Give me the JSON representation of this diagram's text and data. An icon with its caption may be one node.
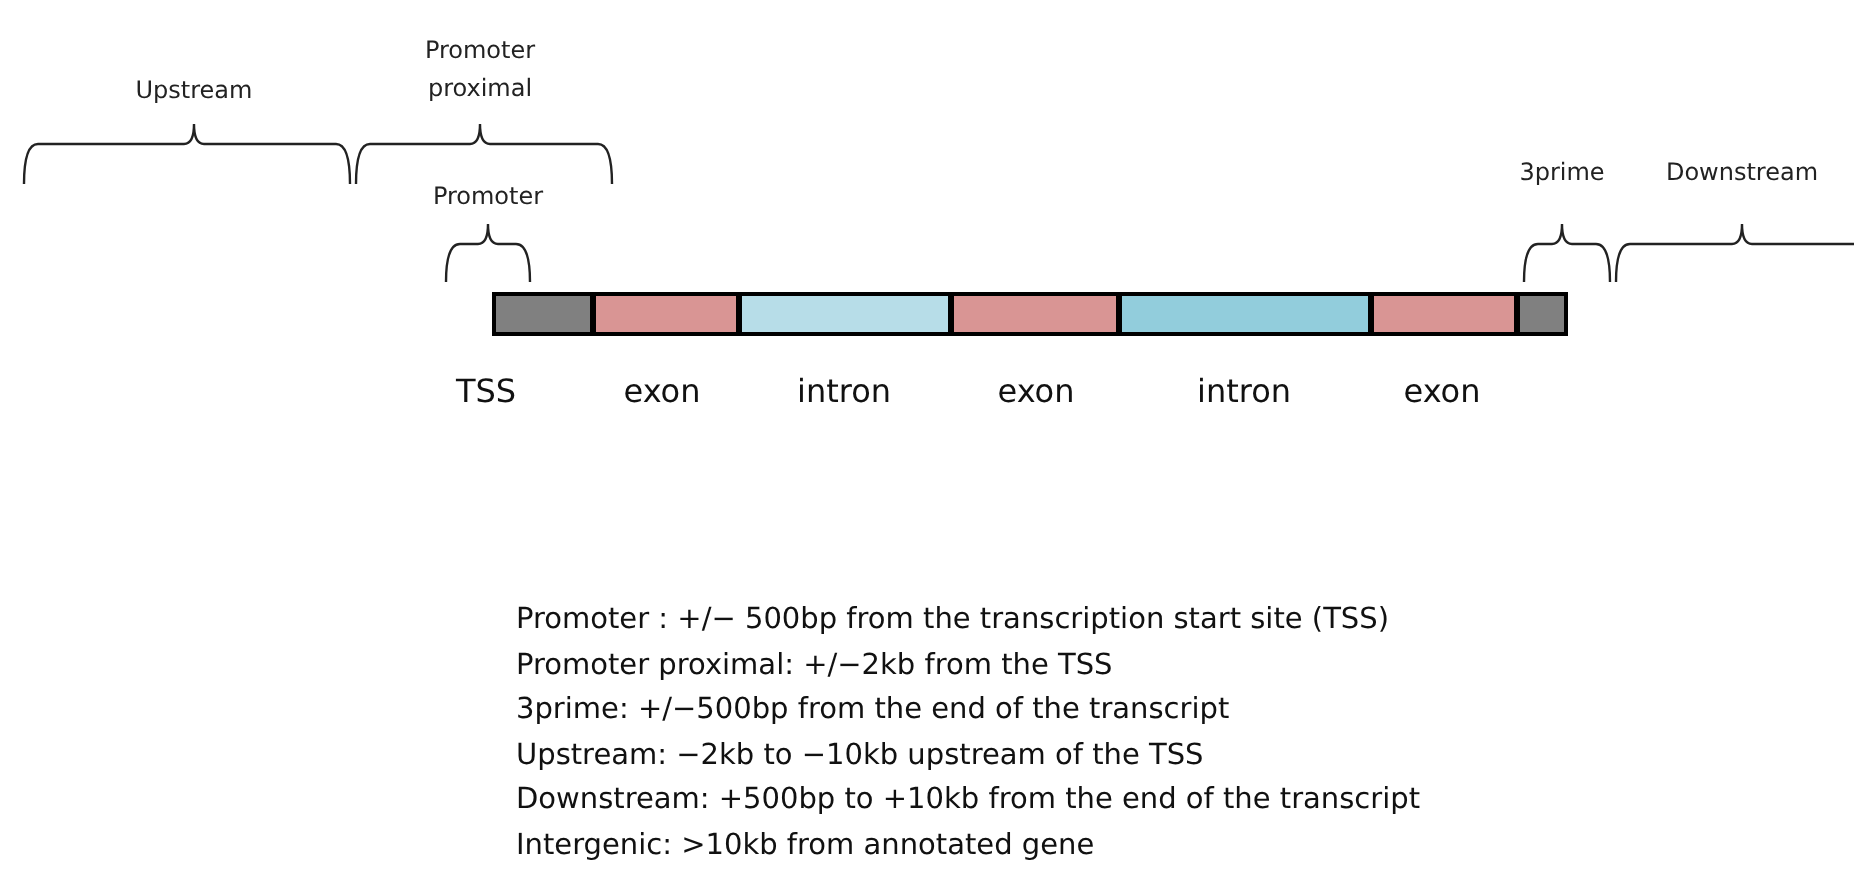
{
  "diagram": {
    "nodes": [
      {
        "text": [],
        "shape": "box",
        "beside": [
          "TSS"
        ]
      },
      {
        "text": [],
        "shape": "box",
        "beside": [
          "exon"
        ]
      },
      {
        "text": [],
        "shape": "box",
        "beside": [
          "intron"
        ]
      },
      {
        "text": [],
        "shape": "box",
        "beside": [
          "exon"
        ]
      },
      {
        "text": [],
        "shape": "box",
        "beside": [
          "intron"
        ]
      },
      {
        "text": [],
        "shape": "box",
        "beside": [
          "exon"
        ]
      },
      {
        "text": [],
        "shape": "box"
      }
    ],
    "labels": [
      "Upstream",
      "Promoter proximal",
      "Promoter",
      "3prime",
      "Downstream",
      "Promoter : +/− 500bp from the transcription start site (TSS)",
      "Promoter proximal: +/−2kb from the TSS",
      "3prime: +/−500bp from the end of the transcript",
      "Upstream: −2kb to −10kb upstream of the TSS",
      "Downstream: +500bp to +10kb from the end of the transcript",
      "Intergenic: >10kb from annotated gene"
    ]
  }
}
